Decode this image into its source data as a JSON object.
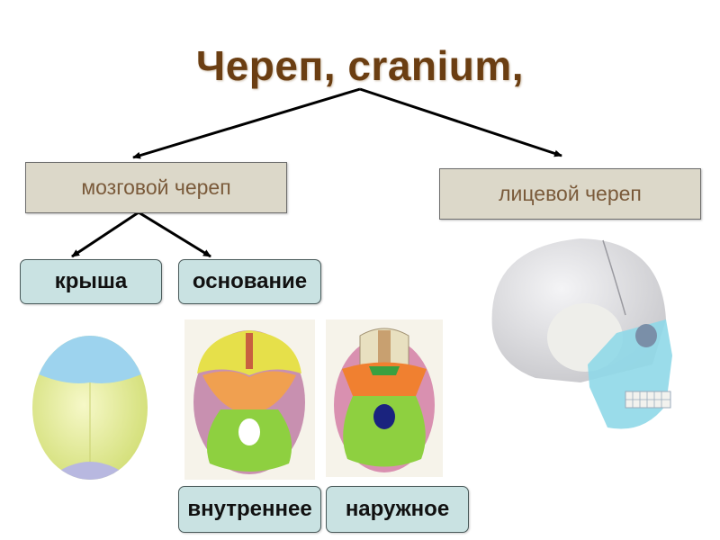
{
  "title": "Череп, cranium,",
  "nodes": {
    "neurocranium": "мозговой череп",
    "viscerocranium": "лицевой череп",
    "roof": "крыша",
    "base": "основание",
    "base_internal": "внутреннее",
    "base_external": "наружное"
  },
  "illustrations": [
    {
      "name": "skull-roof-top-view",
      "colors": [
        "#9dd3ee",
        "#dde98a",
        "#b8b8e0"
      ]
    },
    {
      "name": "skull-base-internal-view",
      "colors": [
        "#e6e04a",
        "#f0a050",
        "#d99ab8",
        "#8ed040"
      ]
    },
    {
      "name": "skull-base-external-view",
      "colors": [
        "#e8e0c0",
        "#f08030",
        "#d990b0",
        "#8ed040",
        "#1a237e"
      ]
    },
    {
      "name": "skull-lateral-view",
      "colors": [
        "#e8e8ea",
        "#8fd8e8"
      ]
    }
  ],
  "colors": {
    "title": "#6b3e12",
    "gray_box_fill": "#dcd8c9",
    "teal_box_fill": "#c9e2e2",
    "arrow": "#000000"
  }
}
